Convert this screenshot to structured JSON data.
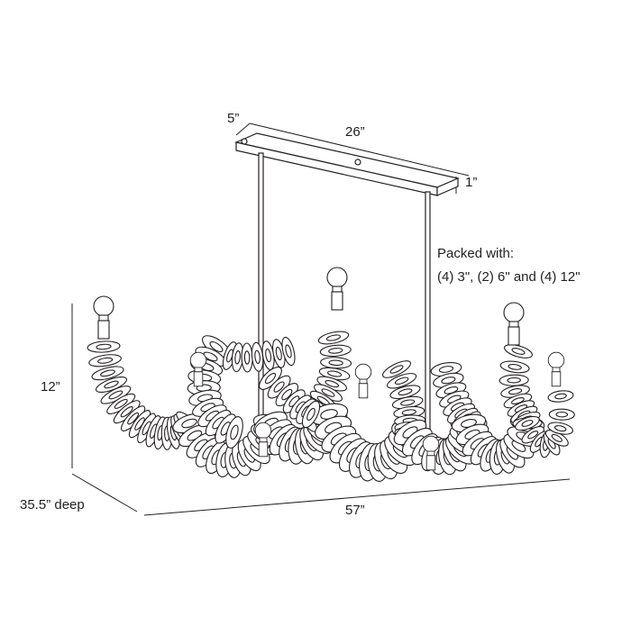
{
  "dimensions": {
    "canopy_depth": "5”",
    "canopy_length": "26”",
    "canopy_height": "1”",
    "fixture_height": "12”",
    "overall_depth": "35.5” deep",
    "overall_length": "57”"
  },
  "packing_note": {
    "line1": "Packed with:",
    "line2": "(4) 3\", (2) 6\" and (4) 12\""
  },
  "colors": {
    "line": "#231f20",
    "background": "#ffffff"
  }
}
